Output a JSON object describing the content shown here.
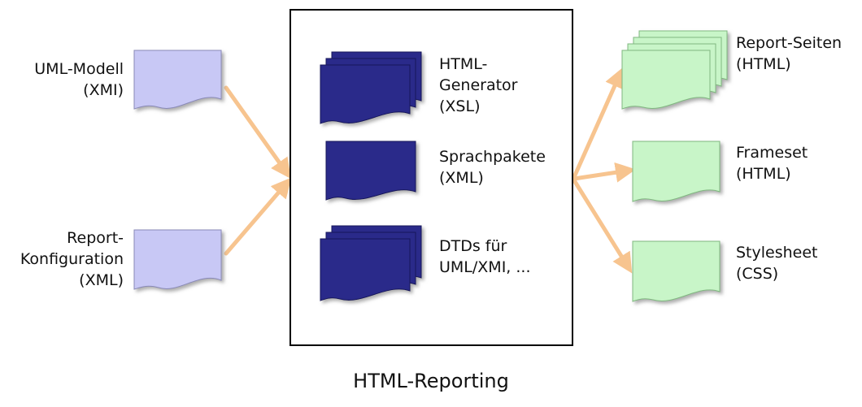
{
  "inputs": {
    "uml_model": [
      "UML-Modell",
      "(XMI)"
    ],
    "report_config": [
      "Report-",
      "Konfiguration",
      "(XML)"
    ]
  },
  "generator_box": {
    "html_generator": [
      "HTML-",
      "Generator",
      "(XSL)"
    ],
    "language_packs": [
      "Sprachpakete",
      "(XML)"
    ],
    "dtds": [
      "DTDs für",
      "UML/XMI, ..."
    ]
  },
  "outputs": {
    "report_pages": [
      "Report-Seiten",
      "(HTML)"
    ],
    "frameset": [
      "Frameset",
      "(HTML)"
    ],
    "stylesheet": [
      "Stylesheet",
      "(CSS)"
    ]
  },
  "caption": "HTML-Reporting",
  "colors": {
    "input_doc": "#c8c8f5",
    "generator_doc": "#2a2a8a",
    "output_doc": "#c8f5c8",
    "arrow": "#f7c48f",
    "box_border": "#000000",
    "shadow": "#9a9a9a"
  }
}
